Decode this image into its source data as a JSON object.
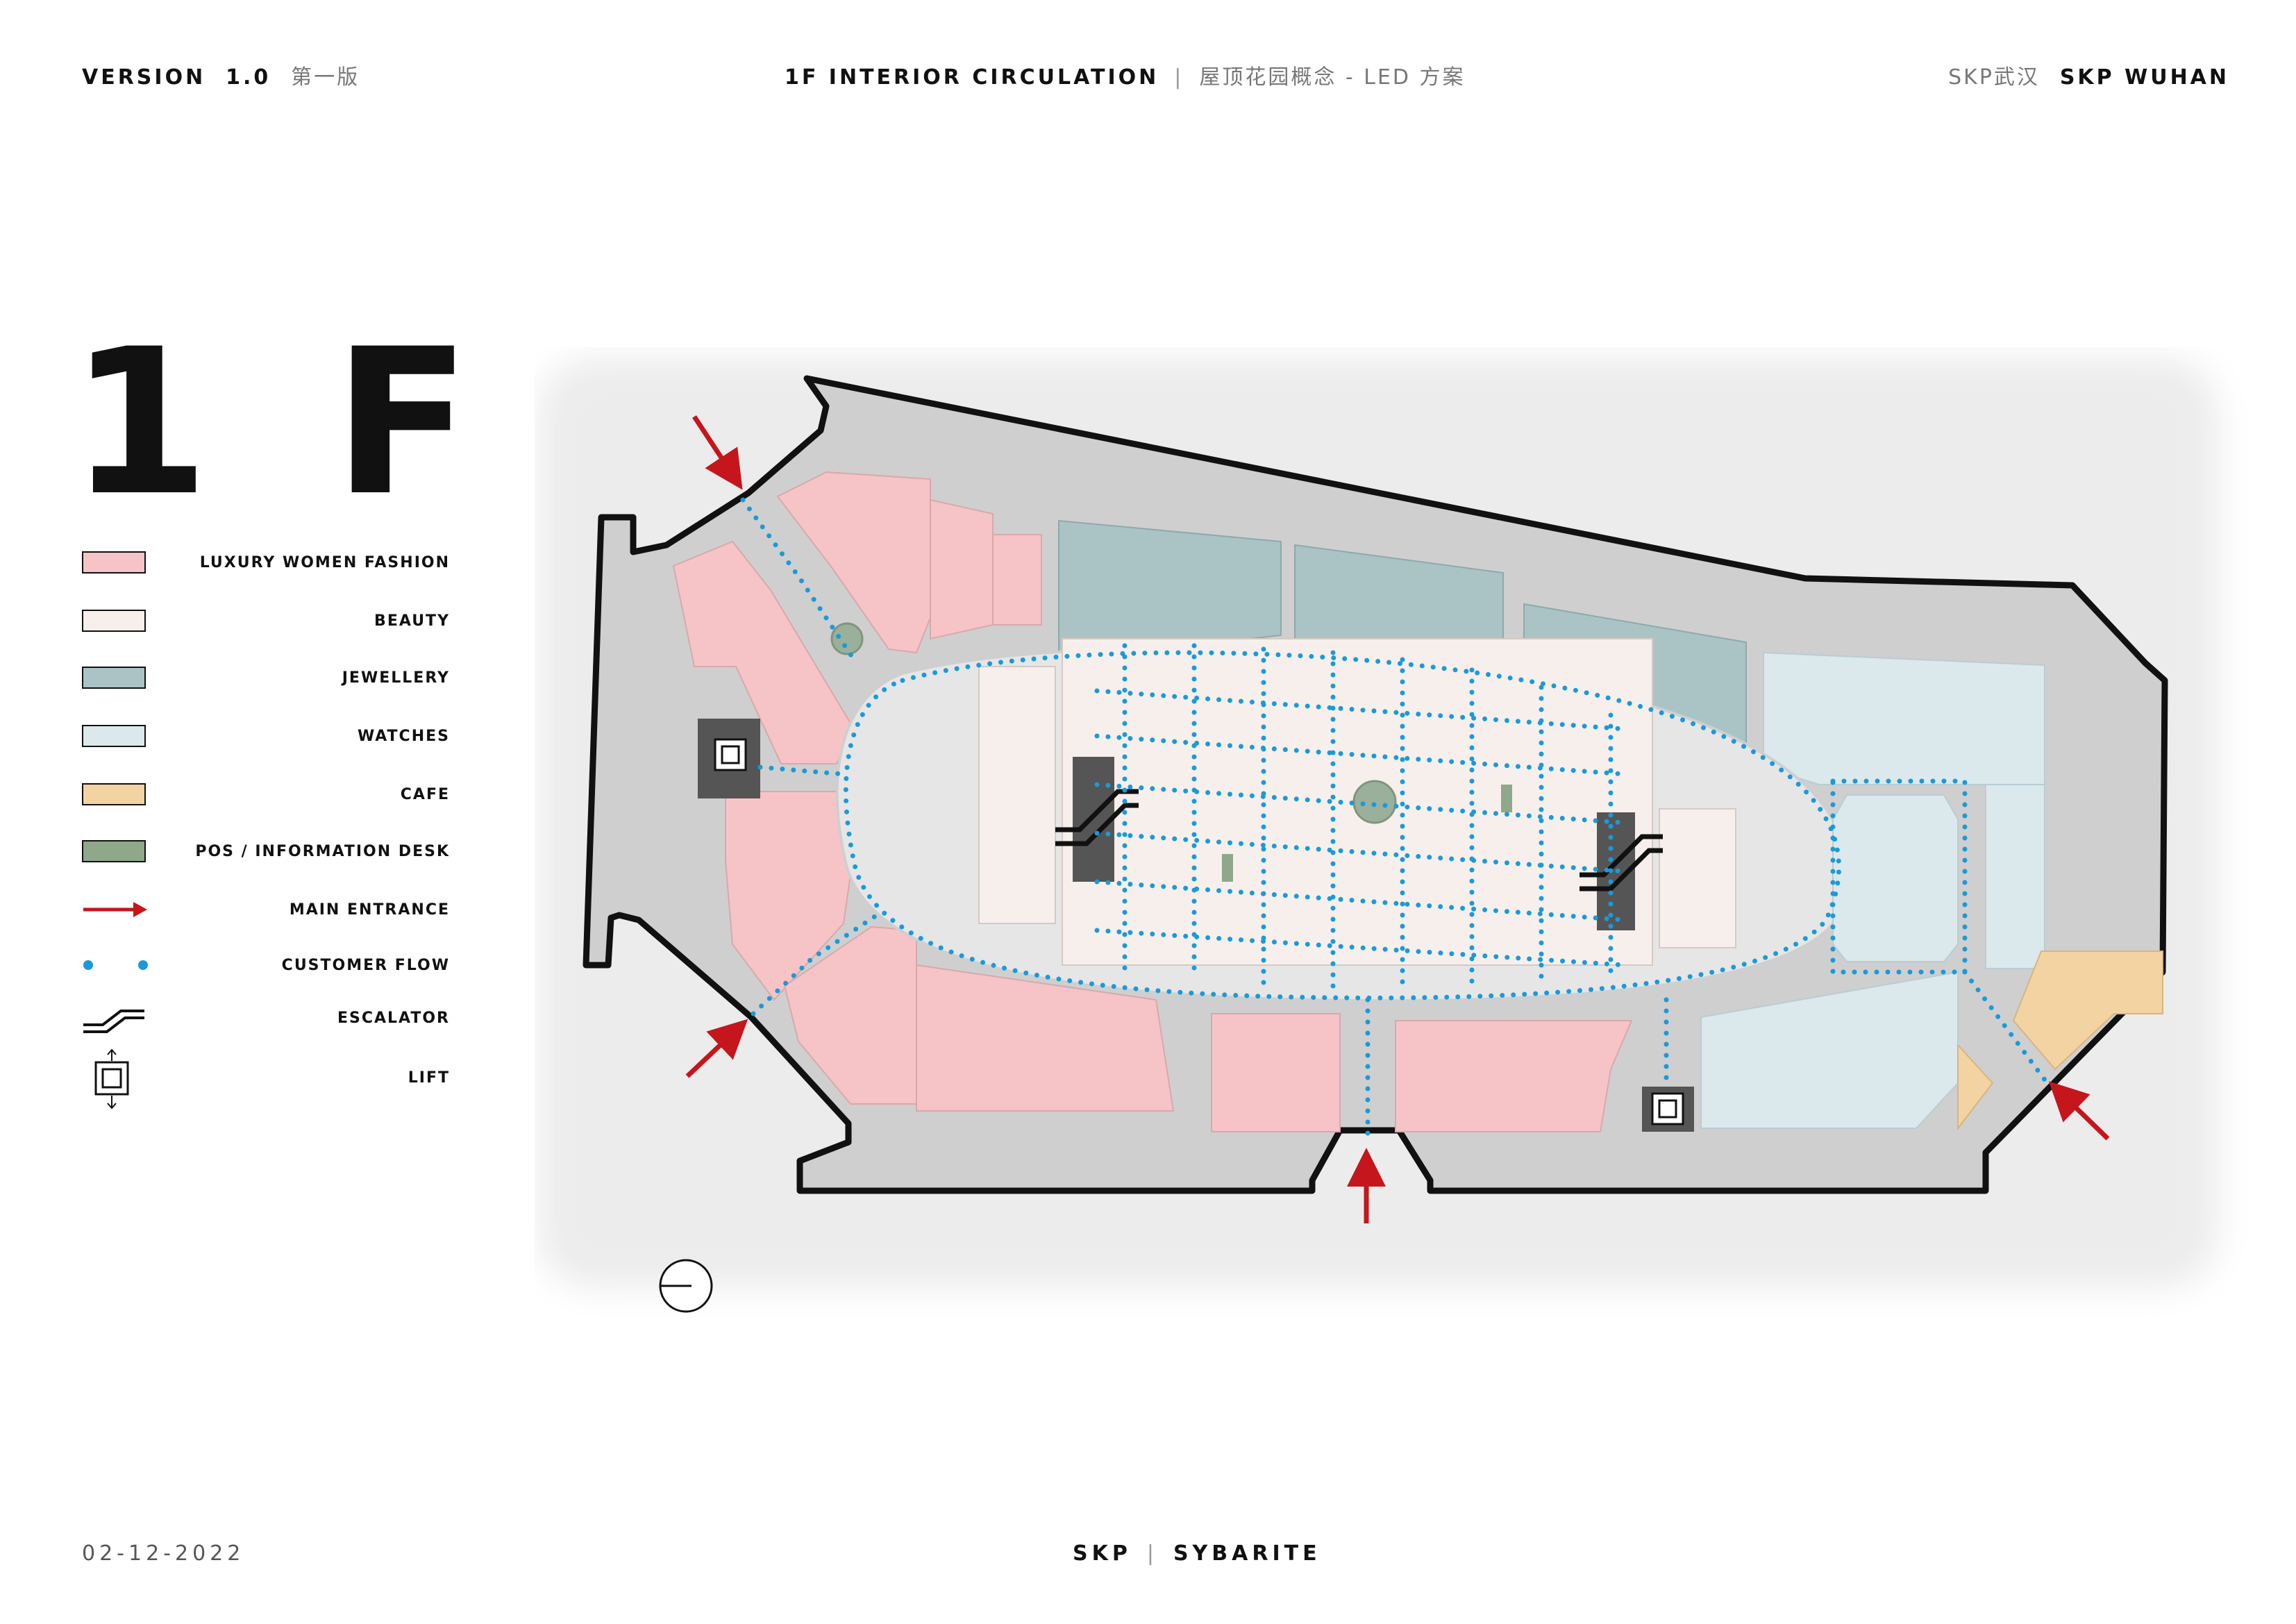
{
  "header": {
    "version_label": "VERSION",
    "version_number": "1.0",
    "version_cn": "第一版",
    "title": "1F INTERIOR CIRCULATION",
    "separator": "|",
    "subtitle_cn": "屋顶花园概念 - LED 方案",
    "brand_cn": "SKP武汉",
    "brand": "SKP WUHAN"
  },
  "floor": {
    "number": "1",
    "letter": "F"
  },
  "legend": [
    {
      "label": "LUXURY WOMEN FASHION",
      "type": "swatch",
      "color": "#f6c4c6"
    },
    {
      "label": "BEAUTY",
      "type": "swatch",
      "color": "#f7efec"
    },
    {
      "label": "JEWELLERY",
      "type": "swatch",
      "color": "#aac4c6"
    },
    {
      "label": "WATCHES",
      "type": "swatch",
      "color": "#dbe8ec"
    },
    {
      "label": "CAFE",
      "type": "swatch",
      "color": "#f3d3a2"
    },
    {
      "label": "POS / INFORMATION DESK",
      "type": "swatch",
      "color": "#8ea889"
    },
    {
      "label": "MAIN ENTRANCE",
      "type": "arrow",
      "color": "#c4161c"
    },
    {
      "label": "CUSTOMER FLOW",
      "type": "dots",
      "color": "#1a9ad9"
    },
    {
      "label": "ESCALATOR",
      "type": "escalator-icon"
    },
    {
      "label": "LIFT",
      "type": "lift-icon"
    }
  ],
  "colors": {
    "floor_grey": "#cfcfcf",
    "atrium_grey": "#e6e6e6",
    "outline": "#111111",
    "entrance_arrow": "#c4161c",
    "customer_flow": "#1a9ad9",
    "lift": "#555555"
  },
  "footer": {
    "date": "02-12-2022",
    "brand_left": "SKP",
    "separator": "|",
    "brand_right": "SYBARITE"
  }
}
